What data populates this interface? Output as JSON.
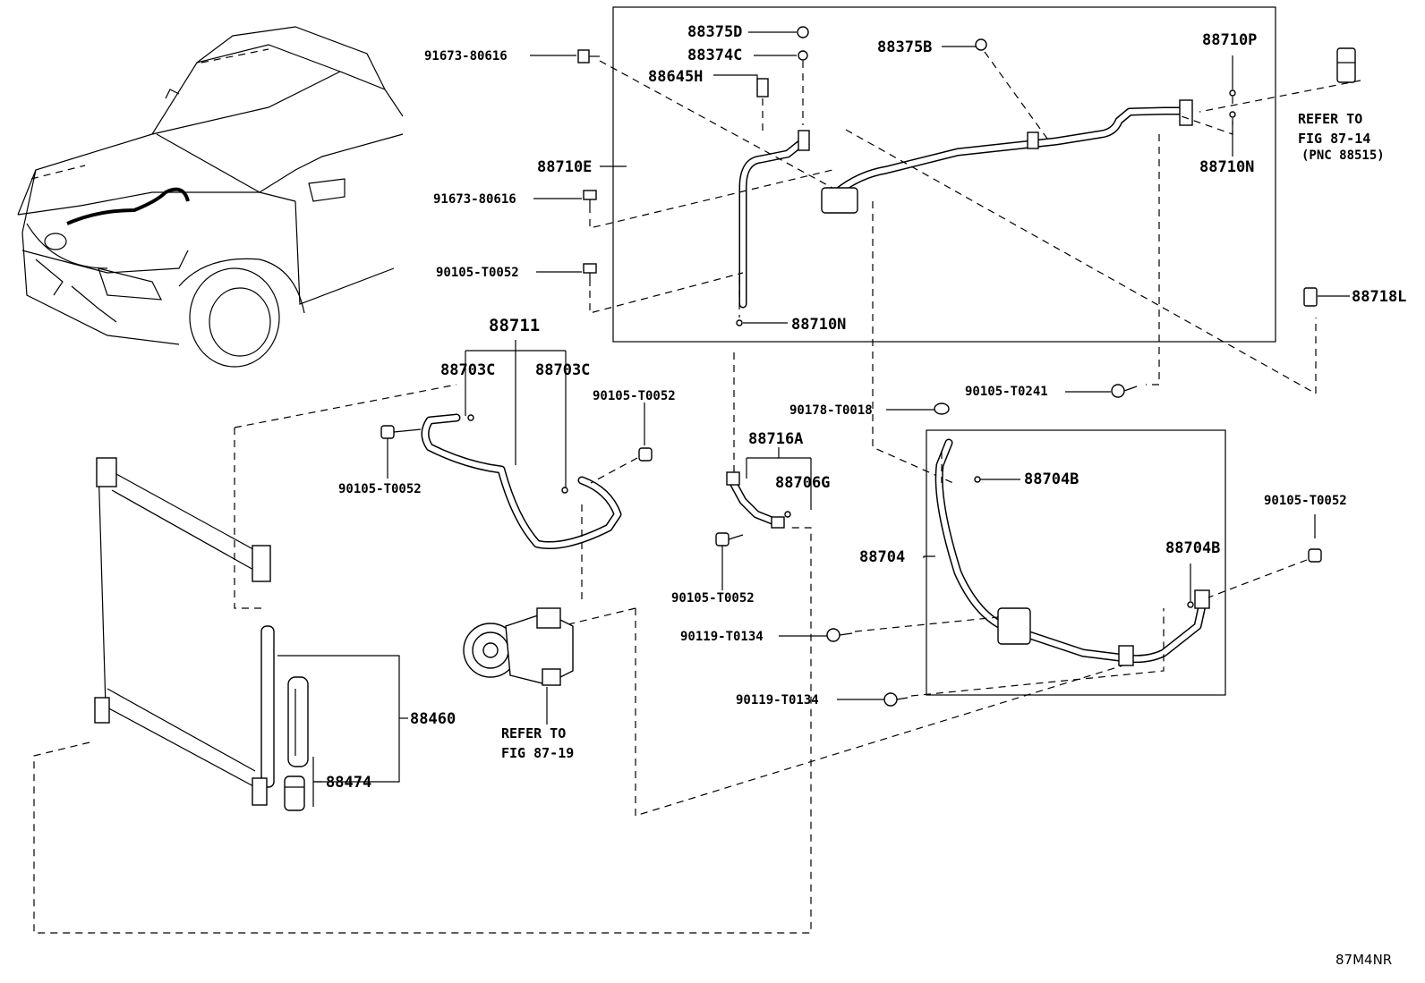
{
  "diagram_code": "87M4NR",
  "labels": {
    "p91673_top": "91673-80616",
    "p88375D": "88375D",
    "p88374C": "88374C",
    "p88645H": "88645H",
    "p88375B": "88375B",
    "p88710P": "88710P",
    "p88710E": "88710E",
    "p91673_mid": "91673-80616",
    "p88710N_right": "88710N",
    "p90105_T0052_a": "90105-T0052",
    "p88711": "88711",
    "p88710N_mid": "88710N",
    "p88718L": "88718L",
    "p88703C_left": "88703C",
    "p88703C_right": "88703C",
    "p90105_T0052_b": "90105-T0052",
    "p90105_T0241": "90105-T0241",
    "p90178_T0018": "90178-T0018",
    "p88716A": "88716A",
    "p88706G": "88706G",
    "p90105_T0052_c": "90105-T0052",
    "p88704B_top": "88704B",
    "p90105_T0052_d": "90105-T0052",
    "p88704": "88704",
    "p88704B_bot": "88704B",
    "p90105_T0052_e": "90105-T0052",
    "p90119_T0134_a": "90119-T0134",
    "p88460": "88460",
    "p90119_T0134_b": "90119-T0134",
    "p88474": "88474"
  },
  "references": {
    "ref_87_14_line1": "REFER TO",
    "ref_87_14_line2": "FIG 87-14",
    "ref_87_14_line3": "(PNC 88515)",
    "ref_87_19_line1": "REFER TO",
    "ref_87_19_line2": "FIG 87-19"
  }
}
